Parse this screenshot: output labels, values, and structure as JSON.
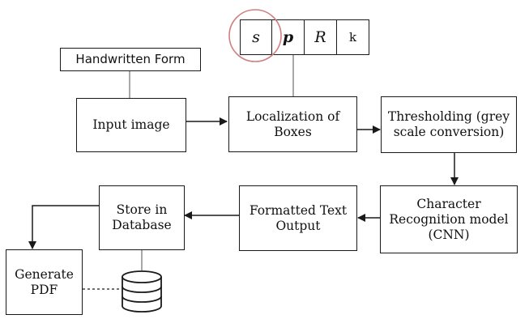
{
  "nodes": {
    "handwritten_form": "Handwritten Form",
    "input_image": "Input image",
    "localization": "Localization of\nBoxes",
    "thresholding": "Thresholding (grey\nscale conversion)",
    "character_recognition": "Character\nRecognition model\n(CNN)",
    "formatted_text": "Formatted Text\nOutput",
    "store_db": "Store in\nDatabase",
    "generate_pdf": "Generate\nPDF"
  },
  "character_cells": [
    "s",
    "p",
    "R",
    "k"
  ],
  "colors": {
    "stroke": "#1a1a1a",
    "connector": "#8a8a8a",
    "highlight_circle": "#d08080"
  },
  "icons": {
    "database": "database-icon"
  }
}
